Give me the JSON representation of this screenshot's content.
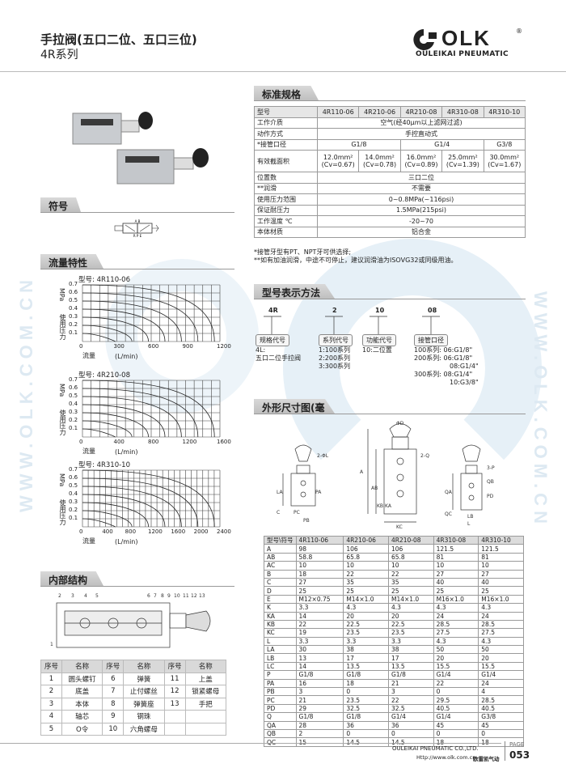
{
  "header": {
    "title": "手拉阀(五口二位、五口三位)",
    "subtitle": "4R系列",
    "brand": "OLK",
    "brand_reg": "®",
    "brand_sub": "OULEIKAI PNEUMATIC"
  },
  "watermark": "WWW.OLK.COM.CN",
  "sections": {
    "spec": "标准规格",
    "symbol": "符号",
    "flow": "流量特性",
    "model": "型号表示方法",
    "dims": "外形尺寸图(毫米)",
    "internal": "内部结构"
  },
  "spec": {
    "headers": [
      "型号",
      "4R110-06",
      "4R210-06",
      "4R210-08",
      "4R310-08",
      "4R310-10"
    ],
    "medium": {
      "label": "工作介质",
      "value": "空气(经40μm以上滤网过滤)"
    },
    "action": {
      "label": "动作方式",
      "value": "手控直动式"
    },
    "port": {
      "label": "*接管口径",
      "values": [
        "G1/8",
        "G1/4",
        "G3/8"
      ]
    },
    "area": {
      "label": "有效截面积",
      "values": [
        [
          "12.0mm²",
          "(Cv=0.67)"
        ],
        [
          "14.0mm²",
          "(Cv=0.78)"
        ],
        [
          "16.0mm²",
          "(Cv=0.89)"
        ],
        [
          "25.0mm²",
          "(Cv=1.39)"
        ],
        [
          "30.0mm²",
          "(Cv=1.67)"
        ]
      ]
    },
    "positions": {
      "label": "位置数",
      "value": "三口二位"
    },
    "lube": {
      "label": "**润滑",
      "value": "不需要"
    },
    "pressure": {
      "label": "使用压力范围",
      "value": "0~0.8MPa(~116psi)"
    },
    "proof": {
      "label": "保证耐压力",
      "value": "1.5MPa(215psi)"
    },
    "temp": {
      "label": "工作温度 ℃",
      "value": "-20~70"
    },
    "material": {
      "label": "本体材质",
      "value": "铝合金"
    },
    "notes": [
      "*接管牙型有PT、NPT牙可供选择;",
      "**如有加油润滑，中途不可停止，建议润滑油为ISOVG32或同级用油。"
    ]
  },
  "model_code": {
    "codes": [
      "4R",
      "2",
      "10",
      "08"
    ],
    "labels": [
      "规格代号",
      "系列代号",
      "功能代号",
      "接管口径"
    ],
    "desc1": [
      "4L:",
      "五口二位手拉阀"
    ],
    "desc2": [
      "1:100系列",
      "2:200系列",
      "3:300系列"
    ],
    "desc3": [
      "10:二位置"
    ],
    "desc4": [
      "100系列: 06:G1/8\"",
      "200系列: 06:G1/8\"",
      "08:G1/4\"",
      "300系列: 08:G1/4\"",
      "10:G3/8\""
    ]
  },
  "flow_charts": [
    {
      "model_label": "型号: 4R110-06",
      "ylabel": "使用压力",
      "yunit": "MPa",
      "xlabel": "流量",
      "xunit": "(L/min)",
      "xticks": [
        "0",
        "300",
        "600",
        "900",
        "1200"
      ],
      "yticks": [
        "0.1",
        "0.2",
        "0.3",
        "0.4",
        "0.5",
        "0.6",
        "0.7"
      ]
    },
    {
      "model_label": "型号: 4R210-08",
      "ylabel": "使用压力",
      "yunit": "MPa",
      "xlabel": "流量",
      "xunit": "(L/min)",
      "xticks": [
        "0",
        "400",
        "800",
        "1200",
        "1600"
      ],
      "yticks": [
        "0.1",
        "0.2",
        "0.3",
        "0.4",
        "0.5",
        "0.6",
        "0.7"
      ]
    },
    {
      "model_label": "型号: 4R310-10",
      "ylabel": "使用压力",
      "yunit": "MPa",
      "xlabel": "流量",
      "xunit": "(L/min)",
      "xticks": [
        "0",
        "400",
        "800",
        "1200",
        "1600",
        "2000",
        "2400"
      ],
      "yticks": [
        "0.1",
        "0.2",
        "0.3",
        "0.4",
        "0.5",
        "0.6",
        "0.7"
      ]
    }
  ],
  "dims_table": {
    "headers": [
      "型号\\符号",
      "4R110-06",
      "4R210-06",
      "4R210-08",
      "4R310-08",
      "4R310-10"
    ],
    "rows": [
      [
        "A",
        "98",
        "106",
        "106",
        "121.5",
        "121.5"
      ],
      [
        "AB",
        "58.8",
        "65.8",
        "65.8",
        "81",
        "81"
      ],
      [
        "AC",
        "10",
        "10",
        "10",
        "10",
        "10"
      ],
      [
        "B",
        "18",
        "22",
        "22",
        "27",
        "27"
      ],
      [
        "C",
        "27",
        "35",
        "35",
        "40",
        "40"
      ],
      [
        "D",
        "25",
        "25",
        "25",
        "25",
        "25"
      ],
      [
        "E",
        "M12×0.75",
        "M14×1.0",
        "M14×1.0",
        "M16×1.0",
        "M16×1.0"
      ],
      [
        "K",
        "3.3",
        "4.3",
        "4.3",
        "4.3",
        "4.3"
      ],
      [
        "KA",
        "14",
        "20",
        "20",
        "24",
        "24"
      ],
      [
        "KB",
        "22",
        "22.5",
        "22.5",
        "28.5",
        "28.5"
      ],
      [
        "KC",
        "19",
        "23.5",
        "23.5",
        "27.5",
        "27.5"
      ],
      [
        "L",
        "3.3",
        "3.3",
        "3.3",
        "4.3",
        "4.3"
      ],
      [
        "LA",
        "30",
        "38",
        "38",
        "50",
        "50"
      ],
      [
        "LB",
        "13",
        "17",
        "17",
        "20",
        "20"
      ],
      [
        "LC",
        "14",
        "13.5",
        "13.5",
        "15.5",
        "15.5"
      ],
      [
        "P",
        "G1/8",
        "G1/8",
        "G1/8",
        "G1/4",
        "G1/4"
      ],
      [
        "PA",
        "16",
        "18",
        "21",
        "22",
        "24"
      ],
      [
        "PB",
        "3",
        "0",
        "3",
        "0",
        "4"
      ],
      [
        "PC",
        "21",
        "23.5",
        "22",
        "29.5",
        "28.5"
      ],
      [
        "PD",
        "29",
        "32.5",
        "32.5",
        "40.5",
        "40.5"
      ],
      [
        "Q",
        "G1/8",
        "G1/8",
        "G1/4",
        "G1/4",
        "G3/8"
      ],
      [
        "QA",
        "28",
        "36",
        "36",
        "45",
        "45"
      ],
      [
        "QB",
        "2",
        "0",
        "0",
        "0",
        "0"
      ],
      [
        "QC",
        "15",
        "14.5",
        "14.5",
        "18",
        "18"
      ]
    ]
  },
  "parts": {
    "headers": [
      "序号",
      "名称",
      "序号",
      "名称",
      "序号",
      "名称"
    ],
    "rows": [
      [
        "1",
        "圆头螺钉",
        "6",
        "弹簧",
        "11",
        "上盖"
      ],
      [
        "2",
        "底盖",
        "7",
        "止付螺丝",
        "12",
        "锁紧螺母"
      ],
      [
        "3",
        "本体",
        "8",
        "弹簧座",
        "13",
        "手把"
      ],
      [
        "4",
        "轴芯",
        "9",
        "钢珠",
        "",
        ""
      ],
      [
        "5",
        "O令",
        "10",
        "六角螺母",
        "",
        ""
      ]
    ]
  },
  "dim_labels": {
    "d": "ΦD",
    "labels": [
      "A",
      "AB",
      "LA",
      "C",
      "PC",
      "PA",
      "PB",
      "KB",
      "KA",
      "KC",
      "QA",
      "QC",
      "LB",
      "L",
      "PD",
      "QB"
    ],
    "d1": "2-ΦL",
    "d2": "2-Q",
    "d3": "3-P"
  },
  "internal_numbers": [
    "2",
    "3",
    "4",
    "5",
    "6",
    "7",
    "8",
    "9",
    "10",
    "11",
    "12",
    "13",
    "1"
  ],
  "footer": {
    "company": "OULEIKAI PNEUMATIC CO.,LTD.",
    "page_label": "PAGE",
    "page": "053",
    "site": "Http://www.olk.com.cn",
    "cn": "欧雷凯气动"
  }
}
